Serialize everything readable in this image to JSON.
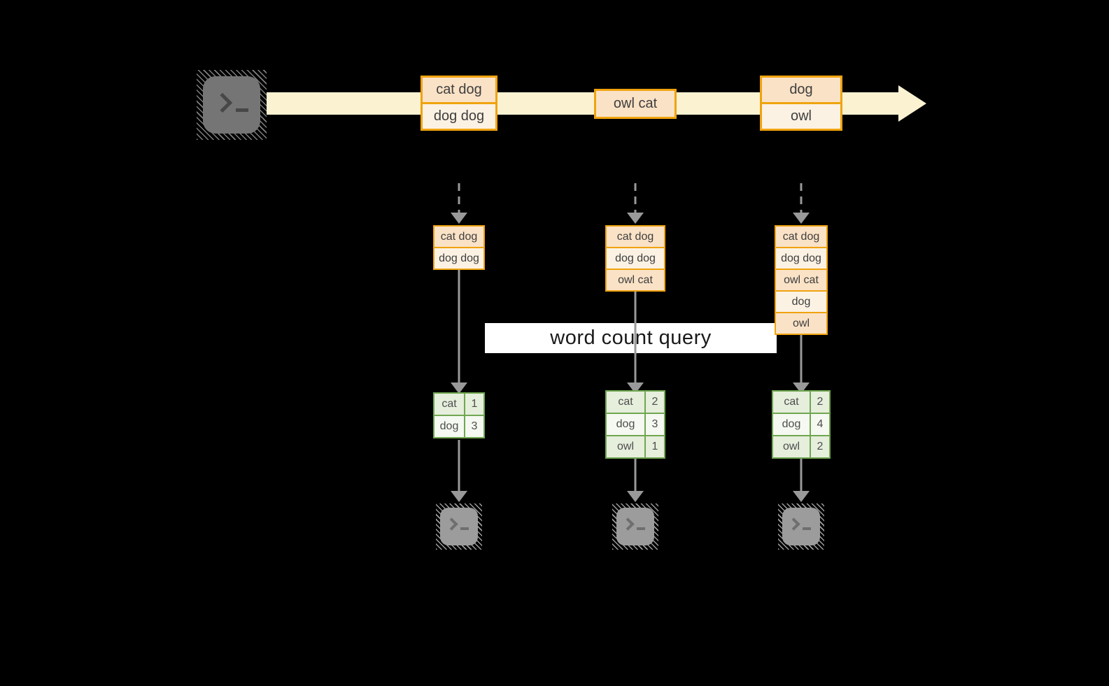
{
  "query": {
    "label": "word count query"
  },
  "stream": {
    "batches": [
      [
        "cat dog",
        "dog dog"
      ],
      [
        "owl cat"
      ],
      [
        "dog",
        "owl"
      ]
    ]
  },
  "columns": [
    {
      "state_records": [
        "cat dog",
        "dog dog"
      ],
      "result_rows": [
        {
          "word": "cat",
          "count": "1"
        },
        {
          "word": "dog",
          "count": "3"
        }
      ]
    },
    {
      "state_records": [
        "cat dog",
        "dog dog",
        "owl cat"
      ],
      "result_rows": [
        {
          "word": "cat",
          "count": "2"
        },
        {
          "word": "dog",
          "count": "3"
        },
        {
          "word": "owl",
          "count": "1"
        }
      ]
    },
    {
      "state_records": [
        "cat dog",
        "dog dog",
        "owl cat",
        "dog",
        "owl"
      ],
      "result_rows": [
        {
          "word": "cat",
          "count": "2"
        },
        {
          "word": "dog",
          "count": "4"
        },
        {
          "word": "owl",
          "count": "2"
        }
      ]
    }
  ],
  "icons": {
    "source": "terminal-icon",
    "sinks": [
      "terminal-icon",
      "terminal-icon",
      "terminal-icon"
    ],
    "stream_arrow": "right-arrow",
    "flow_arrow": "down-arrow"
  },
  "colors": {
    "background": "#000000",
    "stream_fill": "#FBF2D2",
    "record_border": "#F0A30F",
    "record_fill_dark": "#FAE2C6",
    "record_fill_light": "#FCF2E3",
    "table_border": "#70A751",
    "table_fill_dark": "#E6EEDC",
    "table_fill_light": "#F5F9F1",
    "arrow_gray": "#999999",
    "terminal_gray_dark": "#757575",
    "terminal_gray_light": "#9C9C9C",
    "query_band": "#FFFFFF"
  }
}
